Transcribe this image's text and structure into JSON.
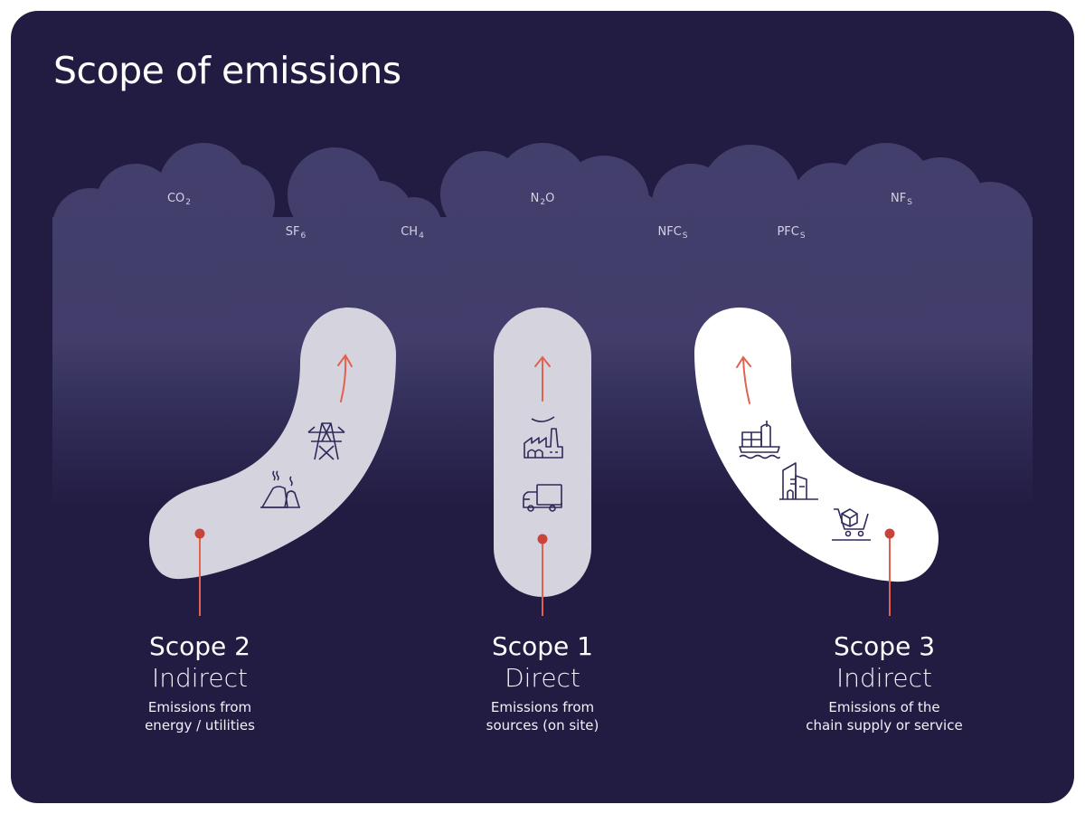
{
  "title": "Scope of emissions",
  "colors": {
    "card_bg": "#221c42",
    "cloud": "#433f6c",
    "scope_shape_light": "#d5d3de",
    "scope_shape_white": "#ffffff",
    "accent_red": "#e0624f",
    "icon_stroke": "#2e2a5a"
  },
  "gases": [
    {
      "base": "CO",
      "sub": "2"
    },
    {
      "base": "SF",
      "sub": "6"
    },
    {
      "base": "CH",
      "sub": "4"
    },
    {
      "base": "N",
      "sub": "2",
      "suffix": "O"
    },
    {
      "base": "NFC",
      "sub": "S"
    },
    {
      "base": "PFC",
      "sub": "S"
    },
    {
      "base": "NF",
      "sub": "S"
    }
  ],
  "scopes": [
    {
      "name": "Scope 2",
      "kind": "Indirect",
      "desc_line1": "Emissions from",
      "desc_line2": "energy / utilities",
      "icons": [
        "power-line-tower-icon",
        "power-plant-cooling-tower-icon"
      ]
    },
    {
      "name": "Scope 1",
      "kind": "Direct",
      "desc_line1": "Emissions from",
      "desc_line2": "sources (on site)",
      "icons": [
        "factory-icon",
        "truck-icon"
      ]
    },
    {
      "name": "Scope 3",
      "kind": "Indirect",
      "desc_line1": "Emissions of the",
      "desc_line2": "chain supply or service",
      "icons": [
        "cargo-ship-icon",
        "office-buildings-icon",
        "shopping-cart-icon"
      ]
    }
  ]
}
